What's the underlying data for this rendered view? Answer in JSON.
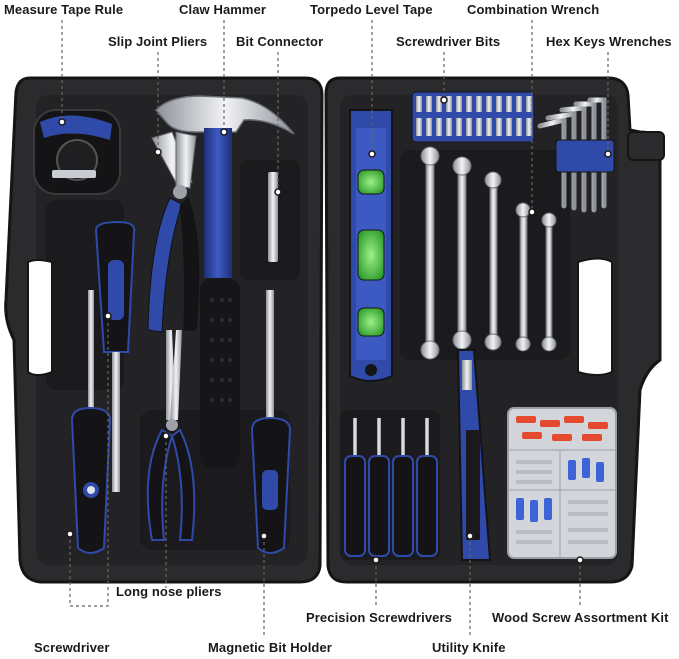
{
  "callouts": {
    "measure_tape_rule": "Measure Tape Rule",
    "claw_hammer": "Claw Hammer",
    "torpedo_level_tape": "Torpedo Level Tape",
    "combination_wrench": "Combination Wrench",
    "slip_joint_pliers": "Slip Joint Pliers",
    "bit_connector": "Bit Connector",
    "screwdriver_bits": "Screwdriver Bits",
    "hex_keys_wrenches": "Hex Keys Wrenches",
    "long_nose_pliers": "Long nose pliers",
    "precision_screwdrivers": "Precision Screwdrivers",
    "wood_screw_assortment_kit": "Wood Screw Assortment Kit",
    "screwdriver": "Screwdriver",
    "magnetic_bit_holder": "Magnetic Bit Holder",
    "utility_knife": "Utility Knife"
  },
  "colors": {
    "case": "#2b2b2d",
    "case_inner": "#1f1f21",
    "accent_blue": "#2f4aa8",
    "chrome": "#c9ccd2",
    "leader": "#666666"
  }
}
